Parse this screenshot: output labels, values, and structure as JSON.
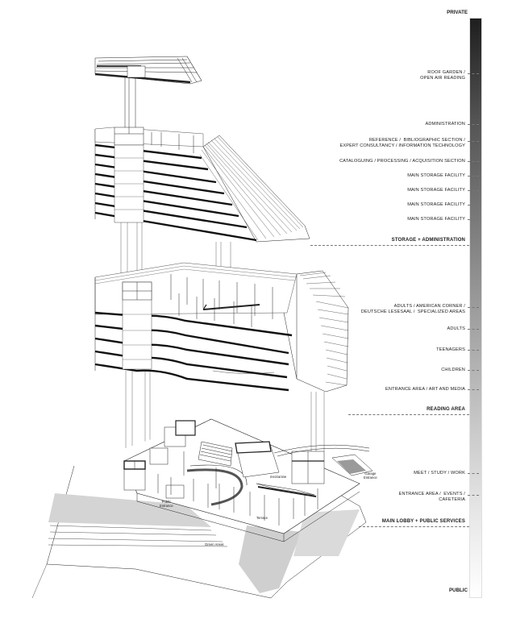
{
  "scale": {
    "top": "PRIVATE",
    "bottom": "PUBLIC"
  },
  "labels": [
    "ROOF GARDEN /\nOPEN AIR READING",
    "ADMINISTRATION",
    "REFERENCE /  BIBLIOGRAPHIC SECTION /\nEXPERT CONSULTANCY / INFORMATION TECHNOLOGY",
    "CATALOGUING / PROCESSING / ACQUISITION SECTION",
    "MAIN STORAGE FACILITY",
    "MAIN STORAGE FACILITY",
    "MAIN STORAGE FACILITY",
    "MAIN STORAGE FACILITY",
    "STORAGE + ADMINISTRATION",
    "ADULTS / AMERICAN CORNER /\nDEUTSCHE LESESAAL /  SPECIALIZED AREAS",
    "ADULTS",
    "TEENAGERS",
    "CHILDREN",
    "ENTRANCE AREA / ART AND MEDIA",
    "READING AREA",
    "MEET / STUDY / WORK",
    "ENTRANCE AREA /  EVENTS /\nCAFETERIA",
    "MAIN LOBBY + PUBLIC SERVICES"
  ],
  "ground_labels": {
    "public_entrance": "Public\nEntrance",
    "garage_entrance": "Garage\nEntrance",
    "mezzanine": "mezzanine",
    "terrace": "Terrace",
    "green_areas": "Green Areas"
  }
}
